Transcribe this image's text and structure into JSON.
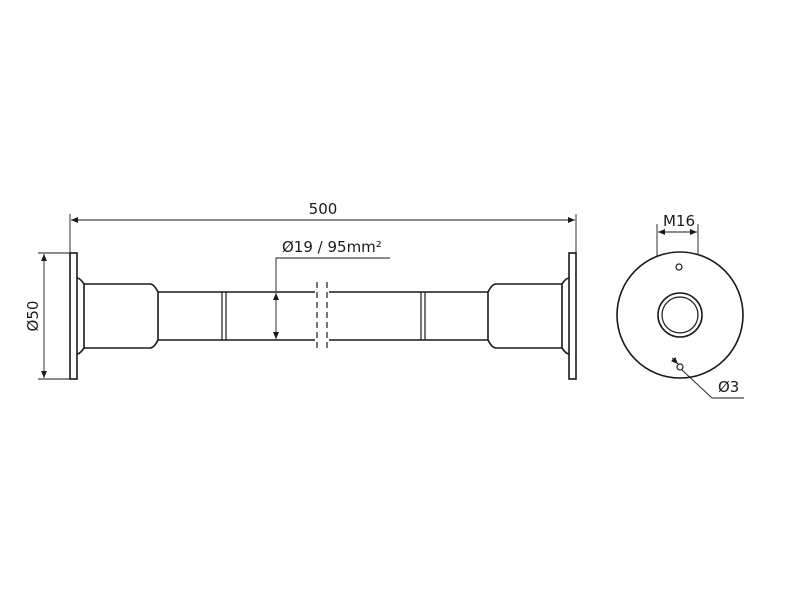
{
  "side_view": {
    "length_label": "500",
    "cable_label": "Ø19 / 95mm²",
    "diameter_label": "Ø50"
  },
  "end_view": {
    "thread_label": "M16",
    "hole_label": "Ø3"
  }
}
